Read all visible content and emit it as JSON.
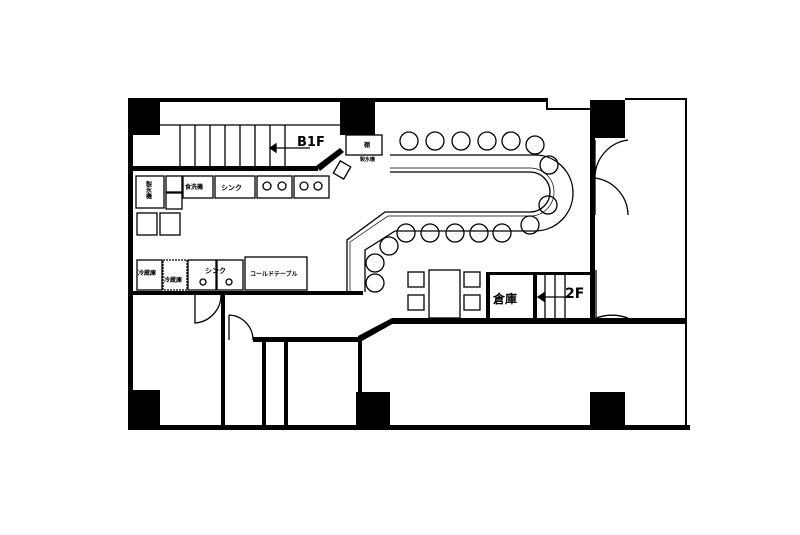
{
  "floor_plan": {
    "labels": {
      "b1f": "B1F",
      "f2": "2F",
      "storage": "倉庫",
      "sink_top": "シンク",
      "sink_bottom": "シンク",
      "dishwasher": "食洗機",
      "ice_maker_left": "製氷機",
      "ice_maker_small": "製氷機",
      "shelf": "棚",
      "fridge_1": "冷蔵庫",
      "fridge_2": "冷蔵庫",
      "cold_table": "コールドテーブル"
    },
    "colors": {
      "wall": "#000000",
      "background": "#ffffff"
    }
  }
}
